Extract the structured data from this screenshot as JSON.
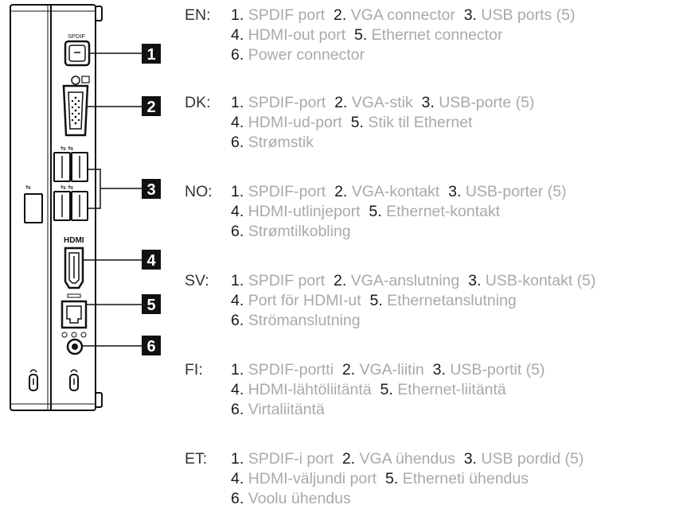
{
  "device": {
    "port_labels": {
      "spdif": "SPDIF",
      "hdmi": "HDMI"
    }
  },
  "callouts": [
    "1",
    "2",
    "3",
    "4",
    "5",
    "6"
  ],
  "languages": [
    {
      "code": "EN:",
      "rows": [
        [
          {
            "n": "1.",
            "t": "SPDIF port"
          },
          {
            "n": "2.",
            "t": "VGA connector"
          },
          {
            "n": "3.",
            "t": "USB ports (5)"
          }
        ],
        [
          {
            "n": "4.",
            "t": "HDMI-out port"
          },
          {
            "n": "5.",
            "t": "Ethernet connector"
          }
        ],
        [
          {
            "n": "6.",
            "t": "Power connector"
          }
        ]
      ]
    },
    {
      "code": "DK:",
      "rows": [
        [
          {
            "n": "1.",
            "t": "SPDIF-port"
          },
          {
            "n": "2.",
            "t": "VGA-stik"
          },
          {
            "n": "3.",
            "t": "USB-porte (5)"
          }
        ],
        [
          {
            "n": "4.",
            "t": "HDMI-ud-port"
          },
          {
            "n": "5.",
            "t": "Stik til Ethernet"
          }
        ],
        [
          {
            "n": "6.",
            "t": "Strømstik"
          }
        ]
      ]
    },
    {
      "code": "NO:",
      "rows": [
        [
          {
            "n": "1.",
            "t": "SPDIF-port"
          },
          {
            "n": "2.",
            "t": "VGA-kontakt"
          },
          {
            "n": "3.",
            "t": "USB-porter (5)"
          }
        ],
        [
          {
            "n": "4.",
            "t": "HDMI-utlinjeport"
          },
          {
            "n": "5.",
            "t": "Ethernet-kontakt"
          }
        ],
        [
          {
            "n": "6.",
            "t": "Strømtilkobling"
          }
        ]
      ]
    },
    {
      "code": "SV:",
      "rows": [
        [
          {
            "n": "1.",
            "t": "SPDIF port"
          },
          {
            "n": "2.",
            "t": "VGA-anslutning"
          },
          {
            "n": "3.",
            "t": "USB-kontakt (5)"
          }
        ],
        [
          {
            "n": "4.",
            "t": "Port för HDMI-ut"
          },
          {
            "n": "5.",
            "t": "Ethernetanslutning"
          }
        ],
        [
          {
            "n": "6.",
            "t": "Strömanslutning"
          }
        ]
      ]
    },
    {
      "code": "FI:",
      "rows": [
        [
          {
            "n": "1.",
            "t": "SPDIF-portti"
          },
          {
            "n": "2.",
            "t": "VGA-liitin"
          },
          {
            "n": "3.",
            "t": "USB-portit (5)"
          }
        ],
        [
          {
            "n": "4.",
            "t": "HDMI-lähtöliitäntä"
          },
          {
            "n": "5.",
            "t": "Ethernet-liitäntä"
          }
        ],
        [
          {
            "n": "6.",
            "t": "Virtaliitäntä"
          }
        ]
      ]
    },
    {
      "code": "ET:",
      "rows": [
        [
          {
            "n": "1.",
            "t": "SPDIF-i port"
          },
          {
            "n": "2.",
            "t": "VGA ühendus"
          },
          {
            "n": "3.",
            "t": "USB pordid (5)"
          }
        ],
        [
          {
            "n": "4.",
            "t": "HDMI-väljundi port"
          },
          {
            "n": "5.",
            "t": "Etherneti ühendus"
          }
        ],
        [
          {
            "n": "6.",
            "t": "Voolu ühendus"
          }
        ]
      ]
    }
  ]
}
